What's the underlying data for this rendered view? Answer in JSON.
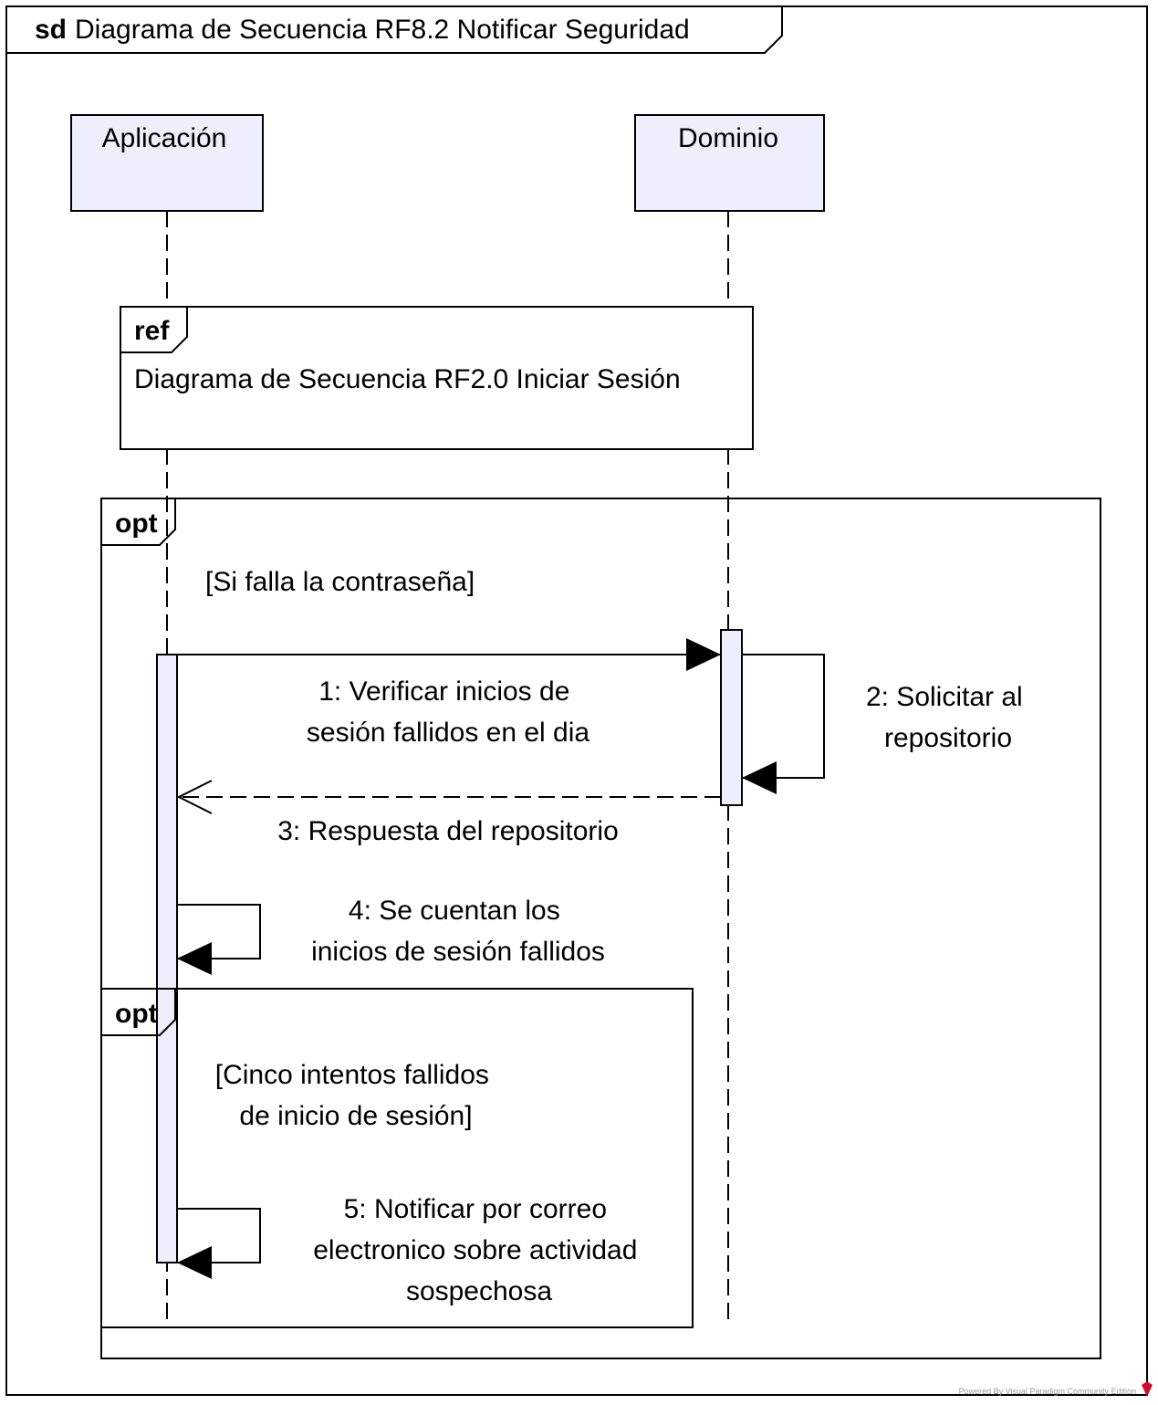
{
  "frame": {
    "keyword": "sd",
    "title": "Diagrama de Secuencia RF8.2 Notificar Seguridad"
  },
  "lifelines": [
    {
      "name": "Aplicación"
    },
    {
      "name": "Dominio"
    }
  ],
  "ref": {
    "keyword": "ref",
    "text": "Diagrama de Secuencia RF2.0 Iniciar Sesión"
  },
  "opt_outer": {
    "keyword": "opt",
    "guard": "[Si falla la contraseña]"
  },
  "opt_inner": {
    "keyword": "opt",
    "guard_line1": "[Cinco intentos fallidos",
    "guard_line2": "de inicio de sesión]"
  },
  "messages": [
    {
      "line1": "1: Verificar inicios de",
      "line2": "sesión fallidos en el dia"
    },
    {
      "line1": "2: Solicitar al",
      "line2": "repositorio"
    },
    {
      "line1": "3: Respuesta del repositorio"
    },
    {
      "line1": "4: Se cuentan los",
      "line2": "inicios de sesión fallidos"
    },
    {
      "line1": "5: Notificar por correo",
      "line2": "electronico sobre actividad",
      "line3": "sospechosa"
    }
  ],
  "footer": {
    "text": "Powered By  Visual Paradigm Community Edition"
  },
  "colors": {
    "lifeline_fill": "#EEEEFC",
    "stroke": "#000000",
    "logo": "#C8102E"
  }
}
